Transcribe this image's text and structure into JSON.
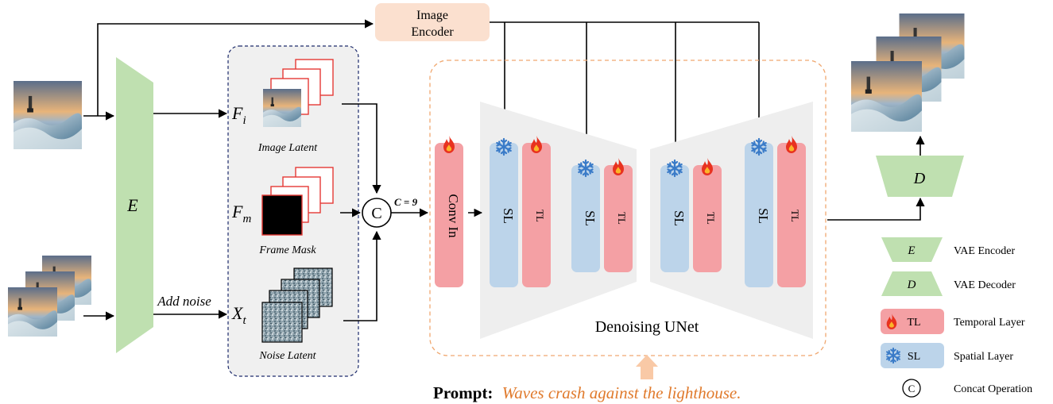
{
  "image_encoder": {
    "line1": "Image",
    "line2": "Encoder"
  },
  "encoder_label": "E",
  "decoder_label": "D",
  "latent_inputs": [
    {
      "symbol": "F",
      "sub": "i",
      "caption": "Image Latent"
    },
    {
      "symbol": "F",
      "sub": "m",
      "caption": "Frame Mask"
    },
    {
      "symbol": "X",
      "sub": "t",
      "caption": "Noise Latent"
    }
  ],
  "add_noise_label": "Add noise",
  "concat_symbol": "C",
  "channel_label": "C = 9",
  "conv_in_label": "Conv In",
  "unet": {
    "title": "Denoising UNet",
    "blocks": [
      {
        "sl": "SL",
        "tl": "TL"
      },
      {
        "sl": "SL",
        "tl": "TL"
      },
      {
        "sl": "SL",
        "tl": "TL"
      },
      {
        "sl": "SL",
        "tl": "TL"
      }
    ]
  },
  "prompt": {
    "label": "Prompt:",
    "text": "Waves crash against the lighthouse."
  },
  "legend": [
    {
      "symbol": "E",
      "label": "VAE Encoder"
    },
    {
      "symbol": "D",
      "label": "VAE Decoder"
    },
    {
      "symbol": "TL",
      "label": "Temporal Layer"
    },
    {
      "symbol": "SL",
      "label": "Spatial Layer"
    },
    {
      "symbol": "C",
      "label": "Concat Operation"
    }
  ],
  "colors": {
    "vae_green": "#bfe0b0",
    "spatial_blue": "#bcd4ea",
    "temporal_red": "#f4a0a4",
    "encoder_box": "#fbe0cf",
    "prompt_orange": "#e07a2c",
    "dashed_orange": "#f0a870",
    "dashed_navy": "#1c2a6b",
    "panel_gray": "#f0f0f0"
  }
}
